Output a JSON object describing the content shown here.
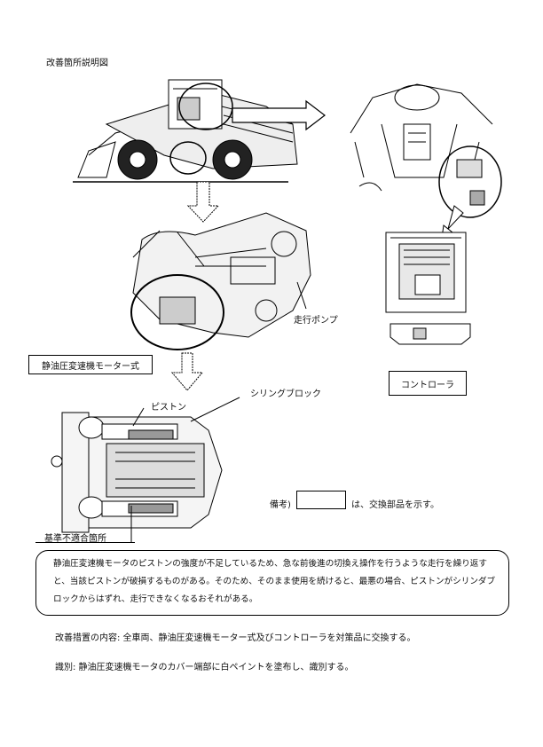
{
  "page_title": "改善箇所説明図",
  "labels": {
    "pump": "走行ポンプ",
    "motor_assembly": "静油圧変速機モーター式",
    "controller": "コントローラ",
    "piston": "ピストン",
    "cylinder_block": "シリングブロック",
    "nonconforming": "基準不適合箇所"
  },
  "note": {
    "prefix": "備考)",
    "suffix": "は、交換部品を示す。"
  },
  "description": "静油圧変速機モータのピストンの強度が不足しているため、急な前後進の切換え操作を行うような走行を繰り返すと、当該ピストンが破損するものがある。そのため、そのまま使用を続けると、最悪の場合、ピストンがシリンダブロックからはずれ、走行できなくなるおそれがある。",
  "remedy": "改善措置の内容: 全車両、静油圧変速機モーター式及びコントローラを対策品に交換する。",
  "identification": "識別: 静油圧変速機モータのカバー端部に白ペイントを塗布し、識別する。"
}
